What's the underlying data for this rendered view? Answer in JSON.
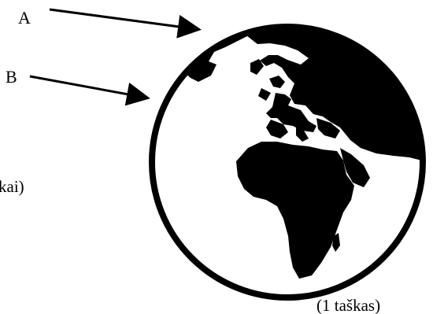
{
  "labels": {
    "a": "A",
    "b": "B"
  },
  "cut_text": {
    "left_fragment": "kai)",
    "bottom_fragment": "(1 taškas)"
  },
  "colors": {
    "ink": "#000000",
    "paper": "#ffffff"
  },
  "figure": {
    "subject": "globe-icon",
    "arrows": [
      "arrow-a",
      "arrow-b"
    ]
  }
}
